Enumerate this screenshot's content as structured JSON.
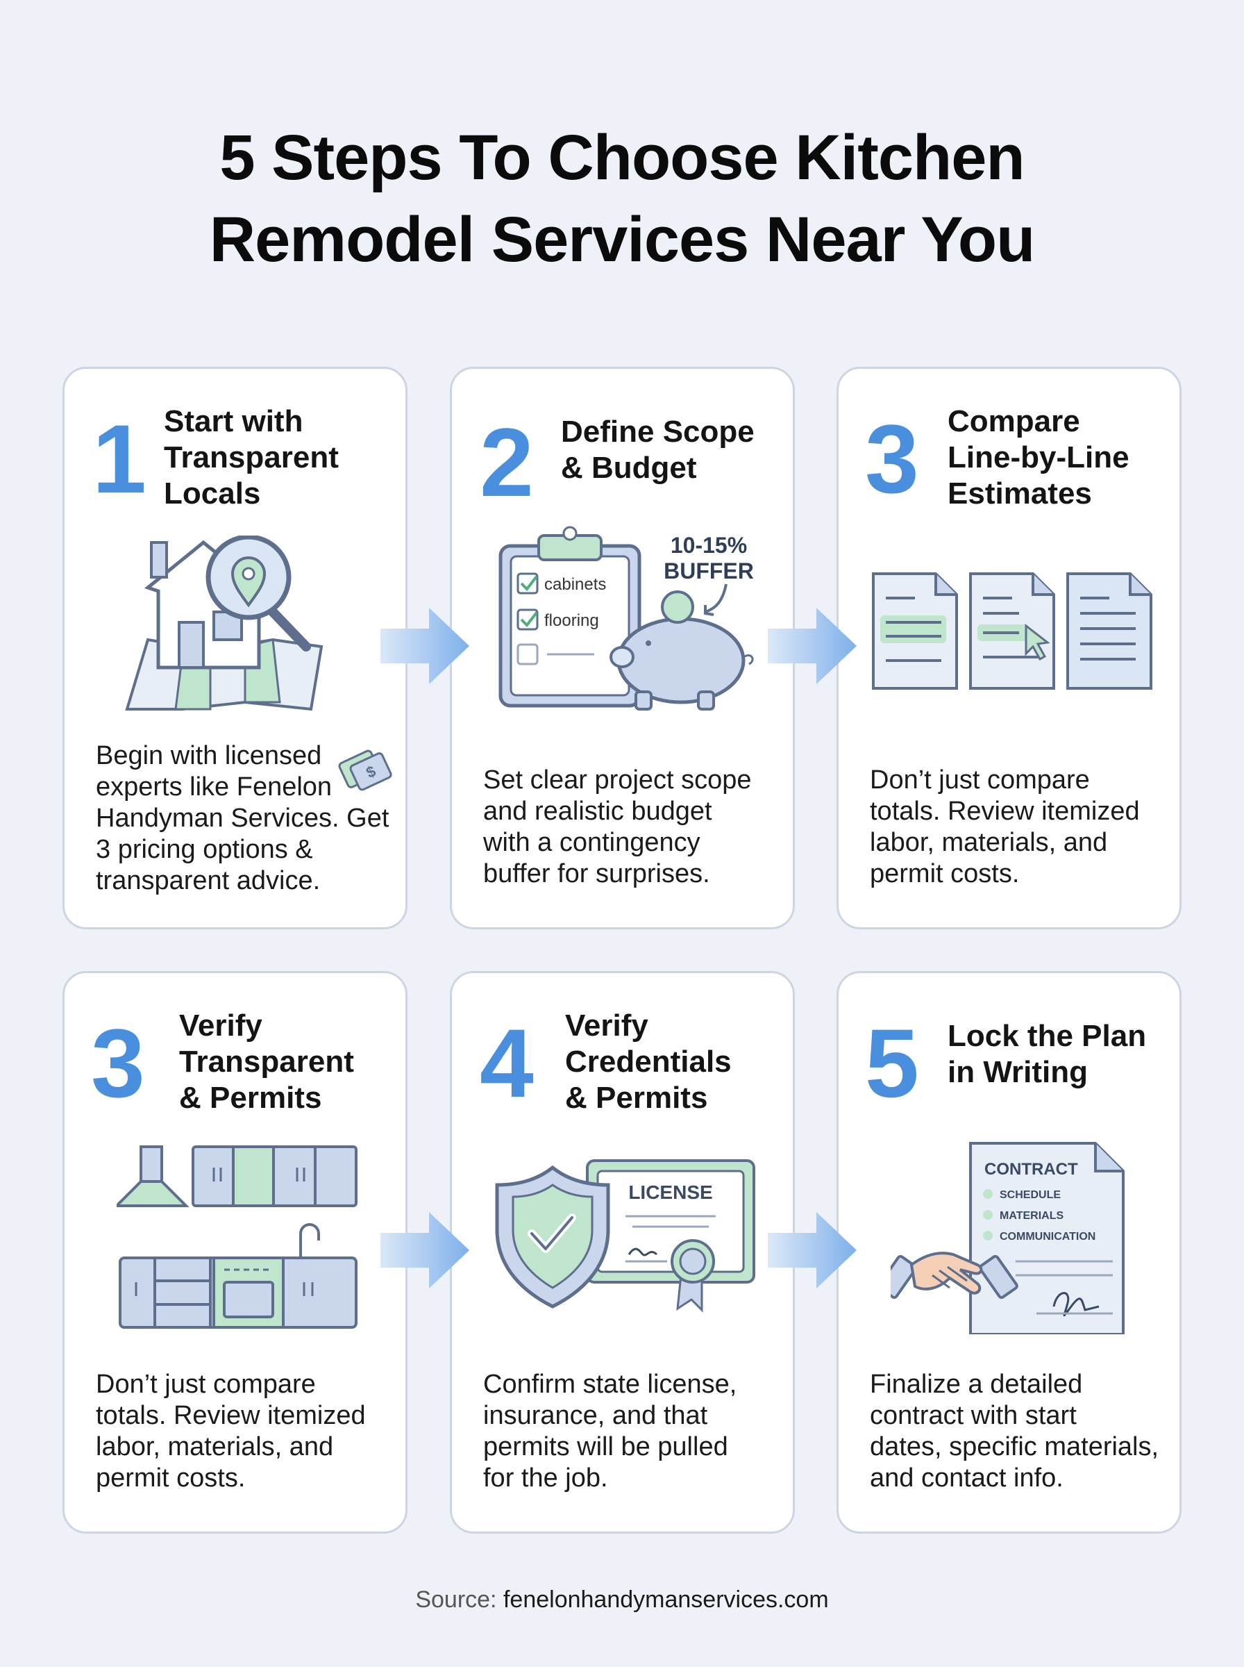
{
  "title": {
    "line1": "5 Steps To Choose Kitchen",
    "line2": "Remodel Services Near You"
  },
  "cards": [
    {
      "number": "1",
      "heading": [
        "Start with",
        "Transparent",
        "Locals"
      ],
      "body": [
        "Begin with licensed",
        "experts like Fenelon",
        "Handyman Services. Get",
        "3 pricing options &",
        "transparent advice."
      ],
      "icon": "house-map-search-icon"
    },
    {
      "number": "2",
      "heading": [
        "Define Scope",
        "& Budget"
      ],
      "body": [
        "Set clear project scope",
        "and realistic budget",
        "with a contingency",
        "buffer for surprises."
      ],
      "icon": "clipboard-piggy-bank-icon",
      "checklist": [
        "cabinets",
        "flooring"
      ],
      "buffer_label": [
        "10-15%",
        "BUFFER"
      ]
    },
    {
      "number": "3",
      "heading": [
        "Compare",
        "Line-by-Line",
        "Estimates"
      ],
      "body": [
        "Don’t just compare",
        "totals. Review itemized",
        "labor, materials, and",
        "permit costs."
      ],
      "icon": "documents-compare-icon"
    },
    {
      "number": "3",
      "heading": [
        "Verify",
        "Transparent",
        "& Permits"
      ],
      "body": [
        "Don’t just compare",
        "totals. Review itemized",
        "labor, materials, and",
        "permit costs."
      ],
      "icon": "kitchen-cabinets-icon"
    },
    {
      "number": "4",
      "heading": [
        "Verify",
        "Credentials",
        "& Permits"
      ],
      "body": [
        "Confirm state license,",
        "insurance, and that",
        "permits will be pulled",
        "for the job."
      ],
      "icon": "shield-license-icon",
      "license_label": "LICENSE"
    },
    {
      "number": "5",
      "heading": [
        "Lock the Plan",
        "in Writing"
      ],
      "body": [
        "Finalize a detailed",
        "contract with start",
        "dates, specific materials,",
        "and contact info."
      ],
      "icon": "contract-handshake-icon",
      "contract_title": "CONTRACT",
      "contract_items": [
        "SCHEDULE",
        "MATERIALS",
        "COMMUNICATION"
      ]
    }
  ],
  "source": {
    "label": "Source:",
    "value": "fenelonhandymanservices.com"
  },
  "colors": {
    "accent": "#4a8fde",
    "green": "#bfe6cc",
    "blue_fill": "#c9d6ec",
    "stroke": "#5d6f8c"
  }
}
